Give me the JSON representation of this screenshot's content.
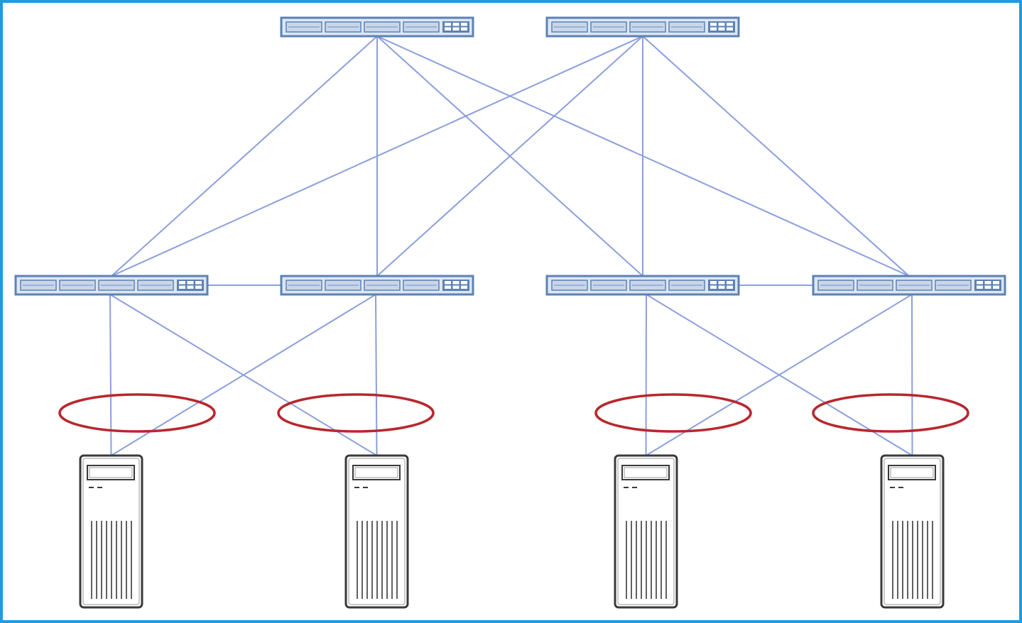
{
  "diagram": {
    "type": "network-topology",
    "layers": [
      "spine",
      "leaf",
      "server"
    ],
    "spine_switches": [
      {
        "id": "spine-1"
      },
      {
        "id": "spine-2"
      }
    ],
    "leaf_switches": [
      {
        "id": "leaf-1"
      },
      {
        "id": "leaf-2"
      },
      {
        "id": "leaf-3"
      },
      {
        "id": "leaf-4"
      }
    ],
    "servers": [
      {
        "id": "server-1"
      },
      {
        "id": "server-2"
      },
      {
        "id": "server-3"
      },
      {
        "id": "server-4"
      }
    ],
    "uplinks": [
      [
        "spine-1",
        "leaf-1"
      ],
      [
        "spine-1",
        "leaf-2"
      ],
      [
        "spine-1",
        "leaf-3"
      ],
      [
        "spine-1",
        "leaf-4"
      ],
      [
        "spine-2",
        "leaf-1"
      ],
      [
        "spine-2",
        "leaf-2"
      ],
      [
        "spine-2",
        "leaf-3"
      ],
      [
        "spine-2",
        "leaf-4"
      ]
    ],
    "peer_links": [
      [
        "leaf-1",
        "leaf-2"
      ],
      [
        "leaf-3",
        "leaf-4"
      ]
    ],
    "server_links": [
      [
        "leaf-1",
        "server-1"
      ],
      [
        "leaf-1",
        "server-2"
      ],
      [
        "leaf-2",
        "server-1"
      ],
      [
        "leaf-2",
        "server-2"
      ],
      [
        "leaf-3",
        "server-3"
      ],
      [
        "leaf-3",
        "server-4"
      ],
      [
        "leaf-4",
        "server-3"
      ],
      [
        "leaf-4",
        "server-4"
      ]
    ],
    "bundled_link_groups": [
      "server-1",
      "server-2",
      "server-3",
      "server-4"
    ],
    "colors": {
      "frame": "#1f9be0",
      "link": "#8c9fdc",
      "switch_fill": "#dde6f2",
      "switch_stroke": "#5c82b4",
      "bundle_ring": "#b8272e",
      "server_stroke": "#3a3a3a"
    }
  }
}
